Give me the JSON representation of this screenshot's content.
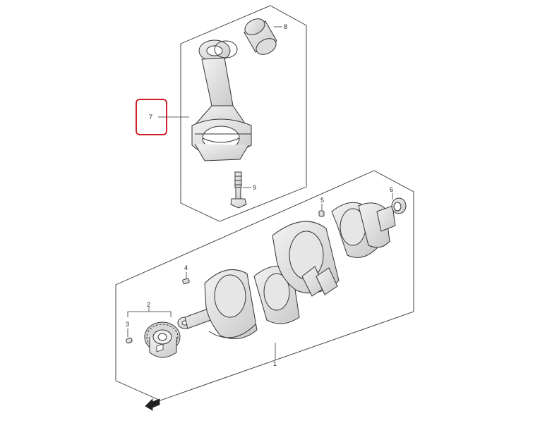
{
  "diagram": {
    "parts": [
      {
        "number": "1"
      },
      {
        "number": "2"
      },
      {
        "number": "3"
      },
      {
        "number": "4"
      },
      {
        "number": "5"
      },
      {
        "number": "6"
      },
      {
        "number": "7"
      },
      {
        "number": "8"
      },
      {
        "number": "9"
      }
    ],
    "highlighted_part": "7",
    "highlight_color": "#d0202a",
    "line_color": "#333333"
  }
}
